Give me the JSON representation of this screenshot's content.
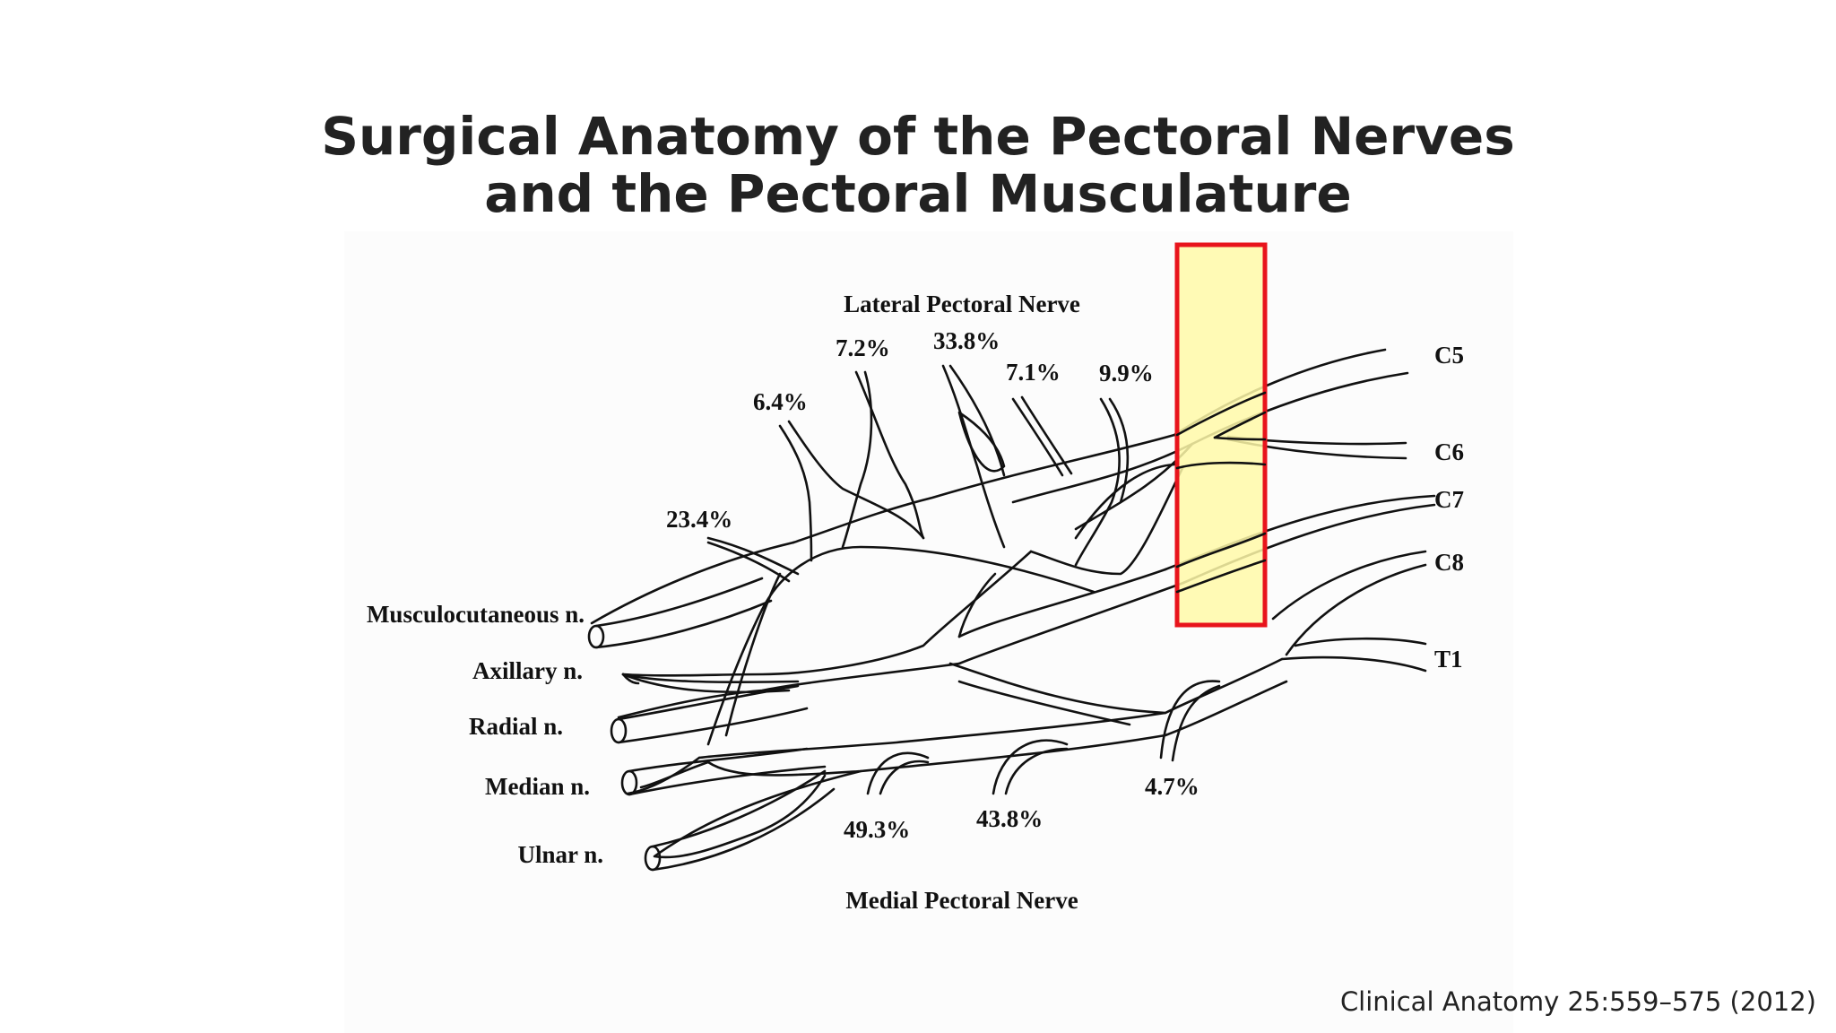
{
  "title": {
    "line1": "Surgical Anatomy of the Pectoral Nerves",
    "line2": "and the Pectoral Musculature"
  },
  "diagram": {
    "top_label": "Lateral Pectoral Nerve",
    "bottom_label": "Medial Pectoral Nerve",
    "roots": {
      "c5": "C5",
      "c6": "C6",
      "c7": "C7",
      "c8": "C8",
      "t1": "T1"
    },
    "terminal_nerves": {
      "musculocutaneous": "Musculocutaneous n.",
      "axillary": "Axillary n.",
      "radial": "Radial n.",
      "median": "Median n.",
      "ulnar": "Ulnar n."
    },
    "lateral_percentages": [
      "23.4%",
      "6.4%",
      "7.2%",
      "33.8%",
      "7.1%",
      "9.9%"
    ],
    "medial_percentages": [
      "49.3%",
      "43.8%",
      "4.7%"
    ],
    "highlight": {
      "fill": "#fff9a8",
      "stroke": "#e8141c"
    }
  },
  "citation": "Clinical Anatomy 25:559–575 (2012)"
}
